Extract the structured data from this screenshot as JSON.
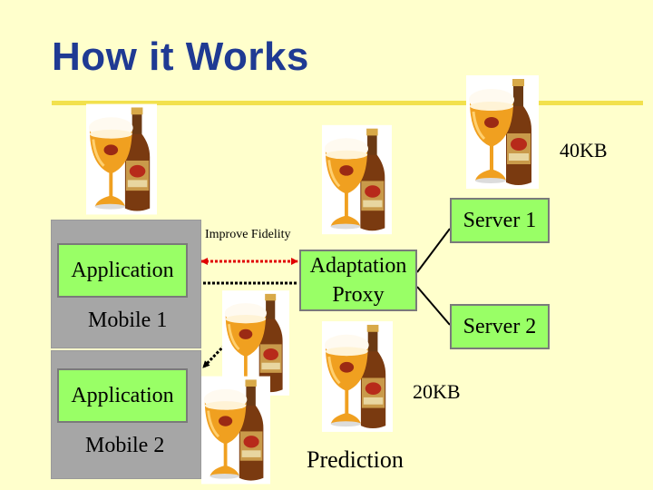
{
  "title": "How it Works",
  "labels": {
    "size_40kb": "40KB",
    "size_20kb": "20KB",
    "improve_fidelity": "Improve Fidelity",
    "prediction": "Prediction"
  },
  "nodes": {
    "application_1": "Application",
    "mobile_1": "Mobile 1",
    "application_2": "Application",
    "mobile_2": "Mobile 2",
    "adaptation_proxy": "Adaptation Proxy",
    "server_1": "Server 1",
    "server_2": "Server 2"
  },
  "colors": {
    "background": "#ffffcc",
    "title": "#1f3a93",
    "title_rule": "#f2e14d",
    "box_fill": "#99ff66",
    "mobile_fill": "#a6a6a6",
    "fidelity_arrow": "#e00000"
  },
  "images": [
    "beer-glass-bottle-image"
  ]
}
